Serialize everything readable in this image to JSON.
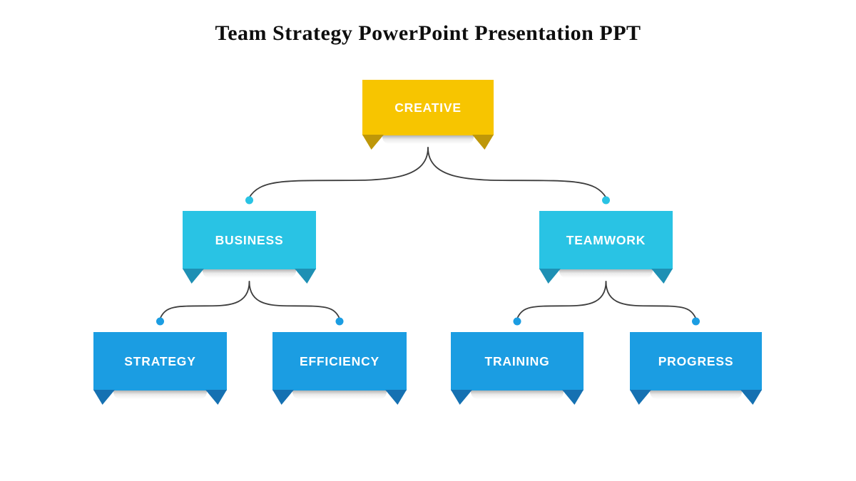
{
  "title": "Team Strategy PowerPoint Presentation PPT",
  "diagram": {
    "type": "hierarchy",
    "connector_color": "#3d3d3d",
    "nodes": [
      {
        "id": "creative",
        "label": "CREATIVE",
        "level": 0,
        "parent": null,
        "fill": "#F7C500",
        "fold": "#BE9709",
        "text_color": "#FFFFFF"
      },
      {
        "id": "business",
        "label": "BUSINESS",
        "level": 1,
        "parent": "creative",
        "fill": "#29C3E4",
        "fold": "#1E90B4",
        "text_color": "#FFFFFF"
      },
      {
        "id": "teamwork",
        "label": "TEAMWORK",
        "level": 1,
        "parent": "creative",
        "fill": "#29C3E4",
        "fold": "#1E90B4",
        "text_color": "#FFFFFF"
      },
      {
        "id": "strategy",
        "label": "STRATEGY",
        "level": 2,
        "parent": "business",
        "fill": "#1B9DE2",
        "fold": "#1571B2",
        "text_color": "#FFFFFF"
      },
      {
        "id": "efficiency",
        "label": "EFFICIENCY",
        "level": 2,
        "parent": "business",
        "fill": "#1B9DE2",
        "fold": "#1571B2",
        "text_color": "#FFFFFF"
      },
      {
        "id": "training",
        "label": "TRAINING",
        "level": 2,
        "parent": "teamwork",
        "fill": "#1B9DE2",
        "fold": "#1571B2",
        "text_color": "#FFFFFF"
      },
      {
        "id": "progress",
        "label": "PROGRESS",
        "level": 2,
        "parent": "teamwork",
        "fill": "#1B9DE2",
        "fold": "#1571B2",
        "text_color": "#FFFFFF"
      }
    ]
  }
}
